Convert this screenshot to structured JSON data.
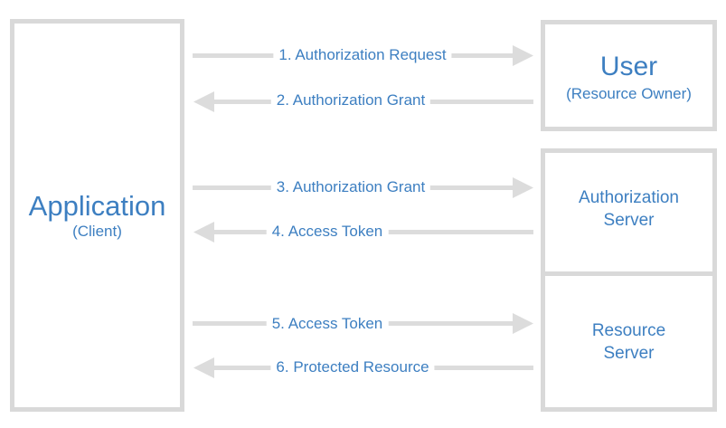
{
  "application": {
    "title": "Application",
    "subtitle": "(Client)"
  },
  "user": {
    "title": "User",
    "subtitle": "(Resource Owner)"
  },
  "authorization_server": {
    "title": "Authorization\nServer"
  },
  "resource_server": {
    "title": "Resource\nServer"
  },
  "steps": [
    {
      "label": "1. Authorization Request",
      "direction": "right"
    },
    {
      "label": "2. Authorization Grant",
      "direction": "left"
    },
    {
      "label": "3. Authorization Grant",
      "direction": "right"
    },
    {
      "label": "4. Access Token",
      "direction": "left"
    },
    {
      "label": "5. Access Token",
      "direction": "right"
    },
    {
      "label": "6. Protected Resource",
      "direction": "left"
    }
  ],
  "colors": {
    "text": "#3d7fc1",
    "box_border": "#d9d9d9",
    "arrow": "#dcdcdc"
  }
}
